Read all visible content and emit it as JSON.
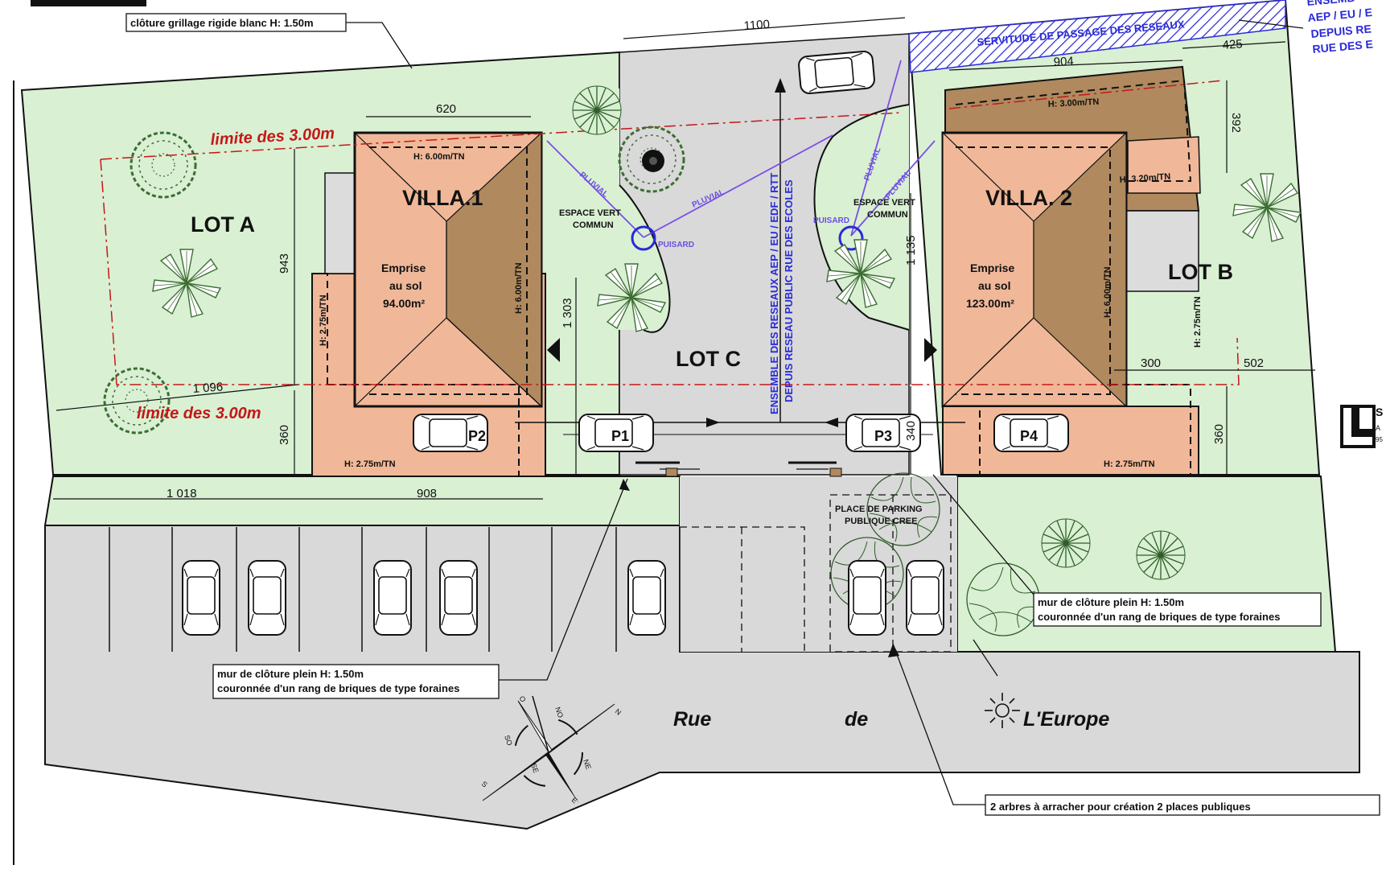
{
  "lots": {
    "a": "LOT A",
    "b": "LOT B",
    "c": "LOT C"
  },
  "villas": {
    "v1": "VILLA.1",
    "v2": "VILLA. 2"
  },
  "emprise": {
    "v1": {
      "line1": "Emprise",
      "line2": "au sol",
      "line3": "94.00m²"
    },
    "v2": {
      "line1": "Emprise",
      "line2": "au sol",
      "line3": "123.00m²"
    }
  },
  "heights": {
    "v1_roof": "H: 6.00m/TN",
    "v1_side": "H: 6.00m/TN",
    "v1_garage_left": "H: 2.75m/TN",
    "v1_garage_bottom": "H: 2.75m/TN",
    "v2_top": "H: 3.00m/TN",
    "v2_annex": "H: 3.20m/TN",
    "v2_side": "H: 6.00m/TN",
    "v2_garage_right": "H: 2.75m/TN",
    "v2_garage_bottom": "H: 2.75m/TN"
  },
  "dimensions": {
    "d1100": "1100",
    "d620": "620",
    "d904": "904",
    "d425": "425",
    "d392": "392",
    "d943": "943",
    "d1096": "1 096",
    "d360_left": "360",
    "d1303": "1 303",
    "d1135": "1 135",
    "d340": "340",
    "d300": "300",
    "d502": "502",
    "d360_right": "360",
    "d1018": "1 018",
    "d908": "908"
  },
  "limits": {
    "top": "limite des 3.00m",
    "bottom": "limite des 3.00m"
  },
  "parking": {
    "p1": "P1",
    "p2": "P2",
    "p3": "P3",
    "p4": "P4"
  },
  "green": {
    "left_l1": "ESPACE VERT",
    "left_l2": "COMMUN",
    "right_l1": "ESPACE VERT",
    "right_l2": "COMMUN"
  },
  "drainage": {
    "puisard_left": "PUISARD",
    "puisard_right": "PUISARD",
    "pluvial": "PLUVIAL"
  },
  "networks": {
    "vertical_l1": "ENSEMBLE DES RESEAUX AEP / EU / EDF / RTT",
    "vertical_l2": "DEPUIS RESEAU PUBLIC RUE DES ECOLES",
    "servitude": "SERVITUDE DE PASSAGE DES RESEAUX",
    "corner_l1": "ENSEMB",
    "corner_l2": "AEP / EU / E",
    "corner_l3": "DEPUIS RE",
    "corner_l4": "RUE DES E"
  },
  "public_parking": {
    "l1": "PLACE DE PARKING",
    "l2": "PUBLIQUE CREE"
  },
  "notes": {
    "fence_top": "clôture grillage rigide blanc H: 1.50m",
    "wall_left_l1": "mur de clôture plein H: 1.50m",
    "wall_left_l2": "couronnée d'un rang de briques de type foraines",
    "wall_right_l1": "mur de clôture plein H: 1.50m",
    "wall_right_l2": "couronnée d'un rang de briques de type foraines",
    "trees": "2 arbres à arracher pour création 2 places publiques"
  },
  "street": {
    "w1": "Rue",
    "w2": "de",
    "w3": "L'Europe"
  },
  "compass": {
    "n": "N",
    "ne": "NE",
    "e": "E",
    "se": "SE",
    "s": "S",
    "so": "SO",
    "o": "O",
    "no": "NO"
  },
  "colors": {
    "lawn": "#d9f0d3",
    "pavement": "#d9d9d9",
    "roof_light": "#f0b898",
    "roof_dark": "#b0895e",
    "pluvial": "#7a4ee6",
    "network": "#2a2ad8",
    "limit": "#c41818"
  }
}
